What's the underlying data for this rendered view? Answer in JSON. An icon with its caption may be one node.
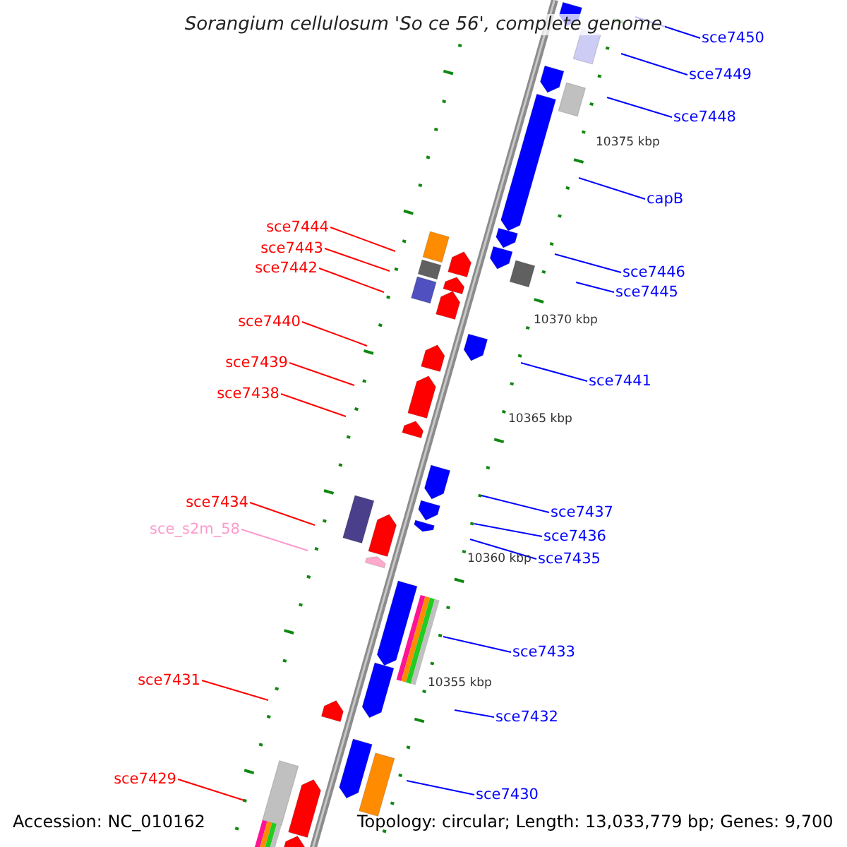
{
  "diagram": {
    "title": "Sorangium cellulosum 'So ce 56', complete genome",
    "nodes": [
      {
        "text": [
          "sce7450"
        ]
      },
      {
        "text": [
          "sce7449"
        ]
      },
      {
        "text": [
          "sce7448"
        ]
      },
      {
        "text": [
          "capB"
        ]
      },
      {
        "text": [
          "sce7444"
        ]
      },
      {
        "text": [
          "sce7443"
        ]
      },
      {
        "text": [
          "sce7442"
        ]
      },
      {
        "text": [
          "sce7446"
        ]
      },
      {
        "text": [
          "sce7445"
        ]
      },
      {
        "text": [
          "sce7440"
        ]
      },
      {
        "text": [
          "sce7439"
        ]
      },
      {
        "text": [
          "sce7441"
        ]
      },
      {
        "text": [
          "sce7438"
        ]
      },
      {
        "text": [
          "sce7434"
        ]
      },
      {
        "text": [
          "sce7437"
        ]
      },
      {
        "text": [
          "sce_s2m_58"
        ]
      },
      {
        "text": [
          "sce7436"
        ]
      },
      {
        "text": [
          "sce7435"
        ]
      },
      {
        "text": [
          "sce7433"
        ]
      },
      {
        "text": [
          "sce7431"
        ]
      },
      {
        "text": [
          "sce7432"
        ]
      },
      {
        "text": [
          "sce7429"
        ]
      },
      {
        "text": [
          "sce7430"
        ]
      }
    ],
    "edges": [
      {
        "from": 0,
        "to": null,
        "arrow": "none"
      },
      {
        "from": 1,
        "to": null,
        "arrow": "none"
      },
      {
        "from": 2,
        "to": null,
        "arrow": "none"
      },
      {
        "from": 3,
        "to": null,
        "arrow": "none"
      },
      {
        "from": 4,
        "to": null,
        "arrow": "none",
        "color": "#ff0000"
      },
      {
        "from": 5,
        "to": null,
        "arrow": "none",
        "color": "#ff0000"
      },
      {
        "from": 6,
        "to": null,
        "arrow": "none",
        "color": "#ff0000"
      },
      {
        "from": 7,
        "to": null,
        "arrow": "none"
      },
      {
        "from": 8,
        "to": null,
        "arrow": "none"
      },
      {
        "from": 9,
        "to": null,
        "arrow": "none",
        "color": "#ff0000"
      },
      {
        "from": 10,
        "to": null,
        "arrow": "none",
        "color": "#ff0000"
      },
      {
        "from": 11,
        "to": null,
        "arrow": "none"
      },
      {
        "from": 12,
        "to": null,
        "arrow": "none",
        "color": "#ff0000"
      },
      {
        "from": 13,
        "to": null,
        "arrow": "none",
        "color": "#ff0000"
      },
      {
        "from": 14,
        "to": null,
        "arrow": "none"
      },
      {
        "from": 15,
        "to": null,
        "arrow": "none",
        "color": "#ff99cc"
      },
      {
        "from": 16,
        "to": null,
        "arrow": "none"
      },
      {
        "from": 17,
        "to": null,
        "arrow": "none"
      },
      {
        "from": 18,
        "to": null,
        "arrow": "none"
      },
      {
        "from": 19,
        "to": null,
        "arrow": "none",
        "color": "#ff0000"
      },
      {
        "from": 20,
        "to": null,
        "arrow": "none"
      },
      {
        "from": 21,
        "to": null,
        "arrow": "none",
        "color": "#ff0000"
      },
      {
        "from": 22,
        "to": null,
        "arrow": "none"
      }
    ],
    "labels": [
      "10375 kbp",
      "10370 kbp",
      "10365 kbp",
      "10360 kbp",
      "10355 kbp",
      "Accession: NC_010162",
      "Topology: circular; Length: 13,033,779 bp; Genes: 9,700"
    ]
  }
}
